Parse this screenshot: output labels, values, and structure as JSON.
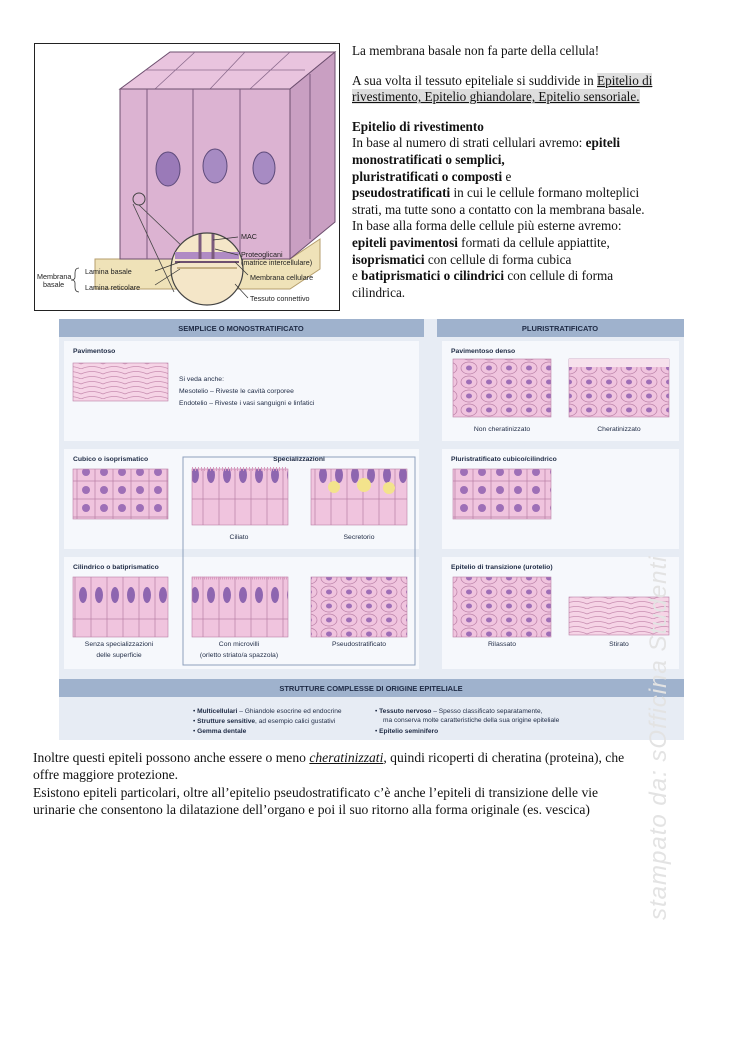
{
  "figure1": {
    "labels": {
      "mac": "MAC",
      "proteoglicani": "Proteoglicani",
      "matrice": "(matrice intercellulare)",
      "membrana_cellulare": "Membrana cellulare",
      "tessuto_connettivo": "Tessuto connettivo",
      "membrana_basale_1": "Membrana",
      "membrana_basale_2": "basale",
      "lamina_basale": "Lamina basale",
      "lamina_reticolare": "Lamina reticolare"
    }
  },
  "right_text": {
    "p1": "La membrana basale non fa parte della cellula!",
    "p2_pre": "A sua volta il tessuto epiteliale si suddivide in ",
    "p2_link1": "Epitelio di",
    "p2_link2": "rivestimento, Epitelio ghiandolare, Epitelio sensoriale.",
    "heading": "Epitelio di rivestimento",
    "l1_pre": "In base al numero di strati cellulari avremo: ",
    "l1_b": "epiteli",
    "l2_b": "monostratificati o semplici,",
    "l3_b": "pluristratificati o composti",
    "l3_post": " e",
    "l4_b": "pseudostratificati",
    "l4_post": " in cui le cellule formano molteplici",
    "l5": "strati, ma tutte sono a contatto con la membrana basale.",
    "l6": "In base alla forma delle cellule più esterne avremo:",
    "l7_b": "epiteli pavimentosi",
    "l7_post": " formati da cellule appiattite,",
    "l8_b": "isoprismatici",
    "l8_post": " con cellule di forma cubica",
    "l9_pre": "e ",
    "l9_b": "batiprismatici o cilindrici",
    "l9_post": " con cellule di forma",
    "l10": "cilindrica."
  },
  "panel": {
    "header_left": "SEMPLICE O MONOSTRATIFICATO",
    "header_right": "PLURISTRATIFICATO",
    "pavimentoso": "Pavimentoso",
    "si_veda": "Si veda anche:",
    "mesotelio": "Mesotelio – Riveste le cavità corporee",
    "endotelio": "Endotelio – Riveste i vasi sanguigni e linfatici",
    "pav_denso": "Pavimentoso denso",
    "non_cherat": "Non cheratinizzato",
    "cherat": "Cheratinizzato",
    "cubico": "Cubico o isoprismatico",
    "specializ": "Specializzazioni",
    "ciliato": "Ciliato",
    "secretorio": "Secretorio",
    "plur_cubico": "Pluristratificato cubico/cilindrico",
    "cilindrico": "Cilindrico o batiprismatico",
    "transizione": "Epitelio di transizione (urotelio)",
    "senza_spec_1": "Senza specializzazioni",
    "senza_spec_2": "delle superficie",
    "con_micro_1": "Con microvilli",
    "con_micro_2": "(orletto striato/a spazzola)",
    "pseudo": "Pseudostratificato",
    "rilassato": "Rilassato",
    "stirato": "Stirato",
    "footer_title": "STRUTTURE COMPLESSE DI ORIGINE EPITELIALE",
    "multi_b": "Multicellulari",
    "multi_t": " – Ghiandole esocrine ed endocrine",
    "strutt_b": "Strutture sensitive",
    "strutt_t": ", ad esempio calici gustativi",
    "gemma_b": "Gemma dentale",
    "tess_b": "Tessuto nervoso",
    "tess_t": " – Spesso classificato separatamente,",
    "tess_t2": "ma conserva molte caratteristiche della sua origine epiteliale",
    "semin_b": "Epitelio seminifero"
  },
  "bottom_text": {
    "p1_pre": "Inoltre questi epiteli possono anche essere o meno ",
    "p1_em": "cheratinizzati",
    "p1_post": ", quindi ricoperti di cheratina (proteina), che",
    "p1_l2": "offre maggiore protezione.",
    "p2_l1": "Esistono epiteli particolari, oltre all’epitelio pseudostratificato c’è anche l’epiteli di transizione delle vie",
    "p2_l2": "urinarie che consentono la dilatazione dell’organo e poi il suo ritorno alla forma originale (es. vescica)"
  },
  "watermark": "stampato da: sOfficina Studenti",
  "colors": {
    "cell_pink": "#f2c6df",
    "nucleus": "#9a7ab8",
    "panel_bg": "#e7ecf4",
    "header_blue": "#9fb2cd",
    "card_bg": "#f6f8fc"
  }
}
